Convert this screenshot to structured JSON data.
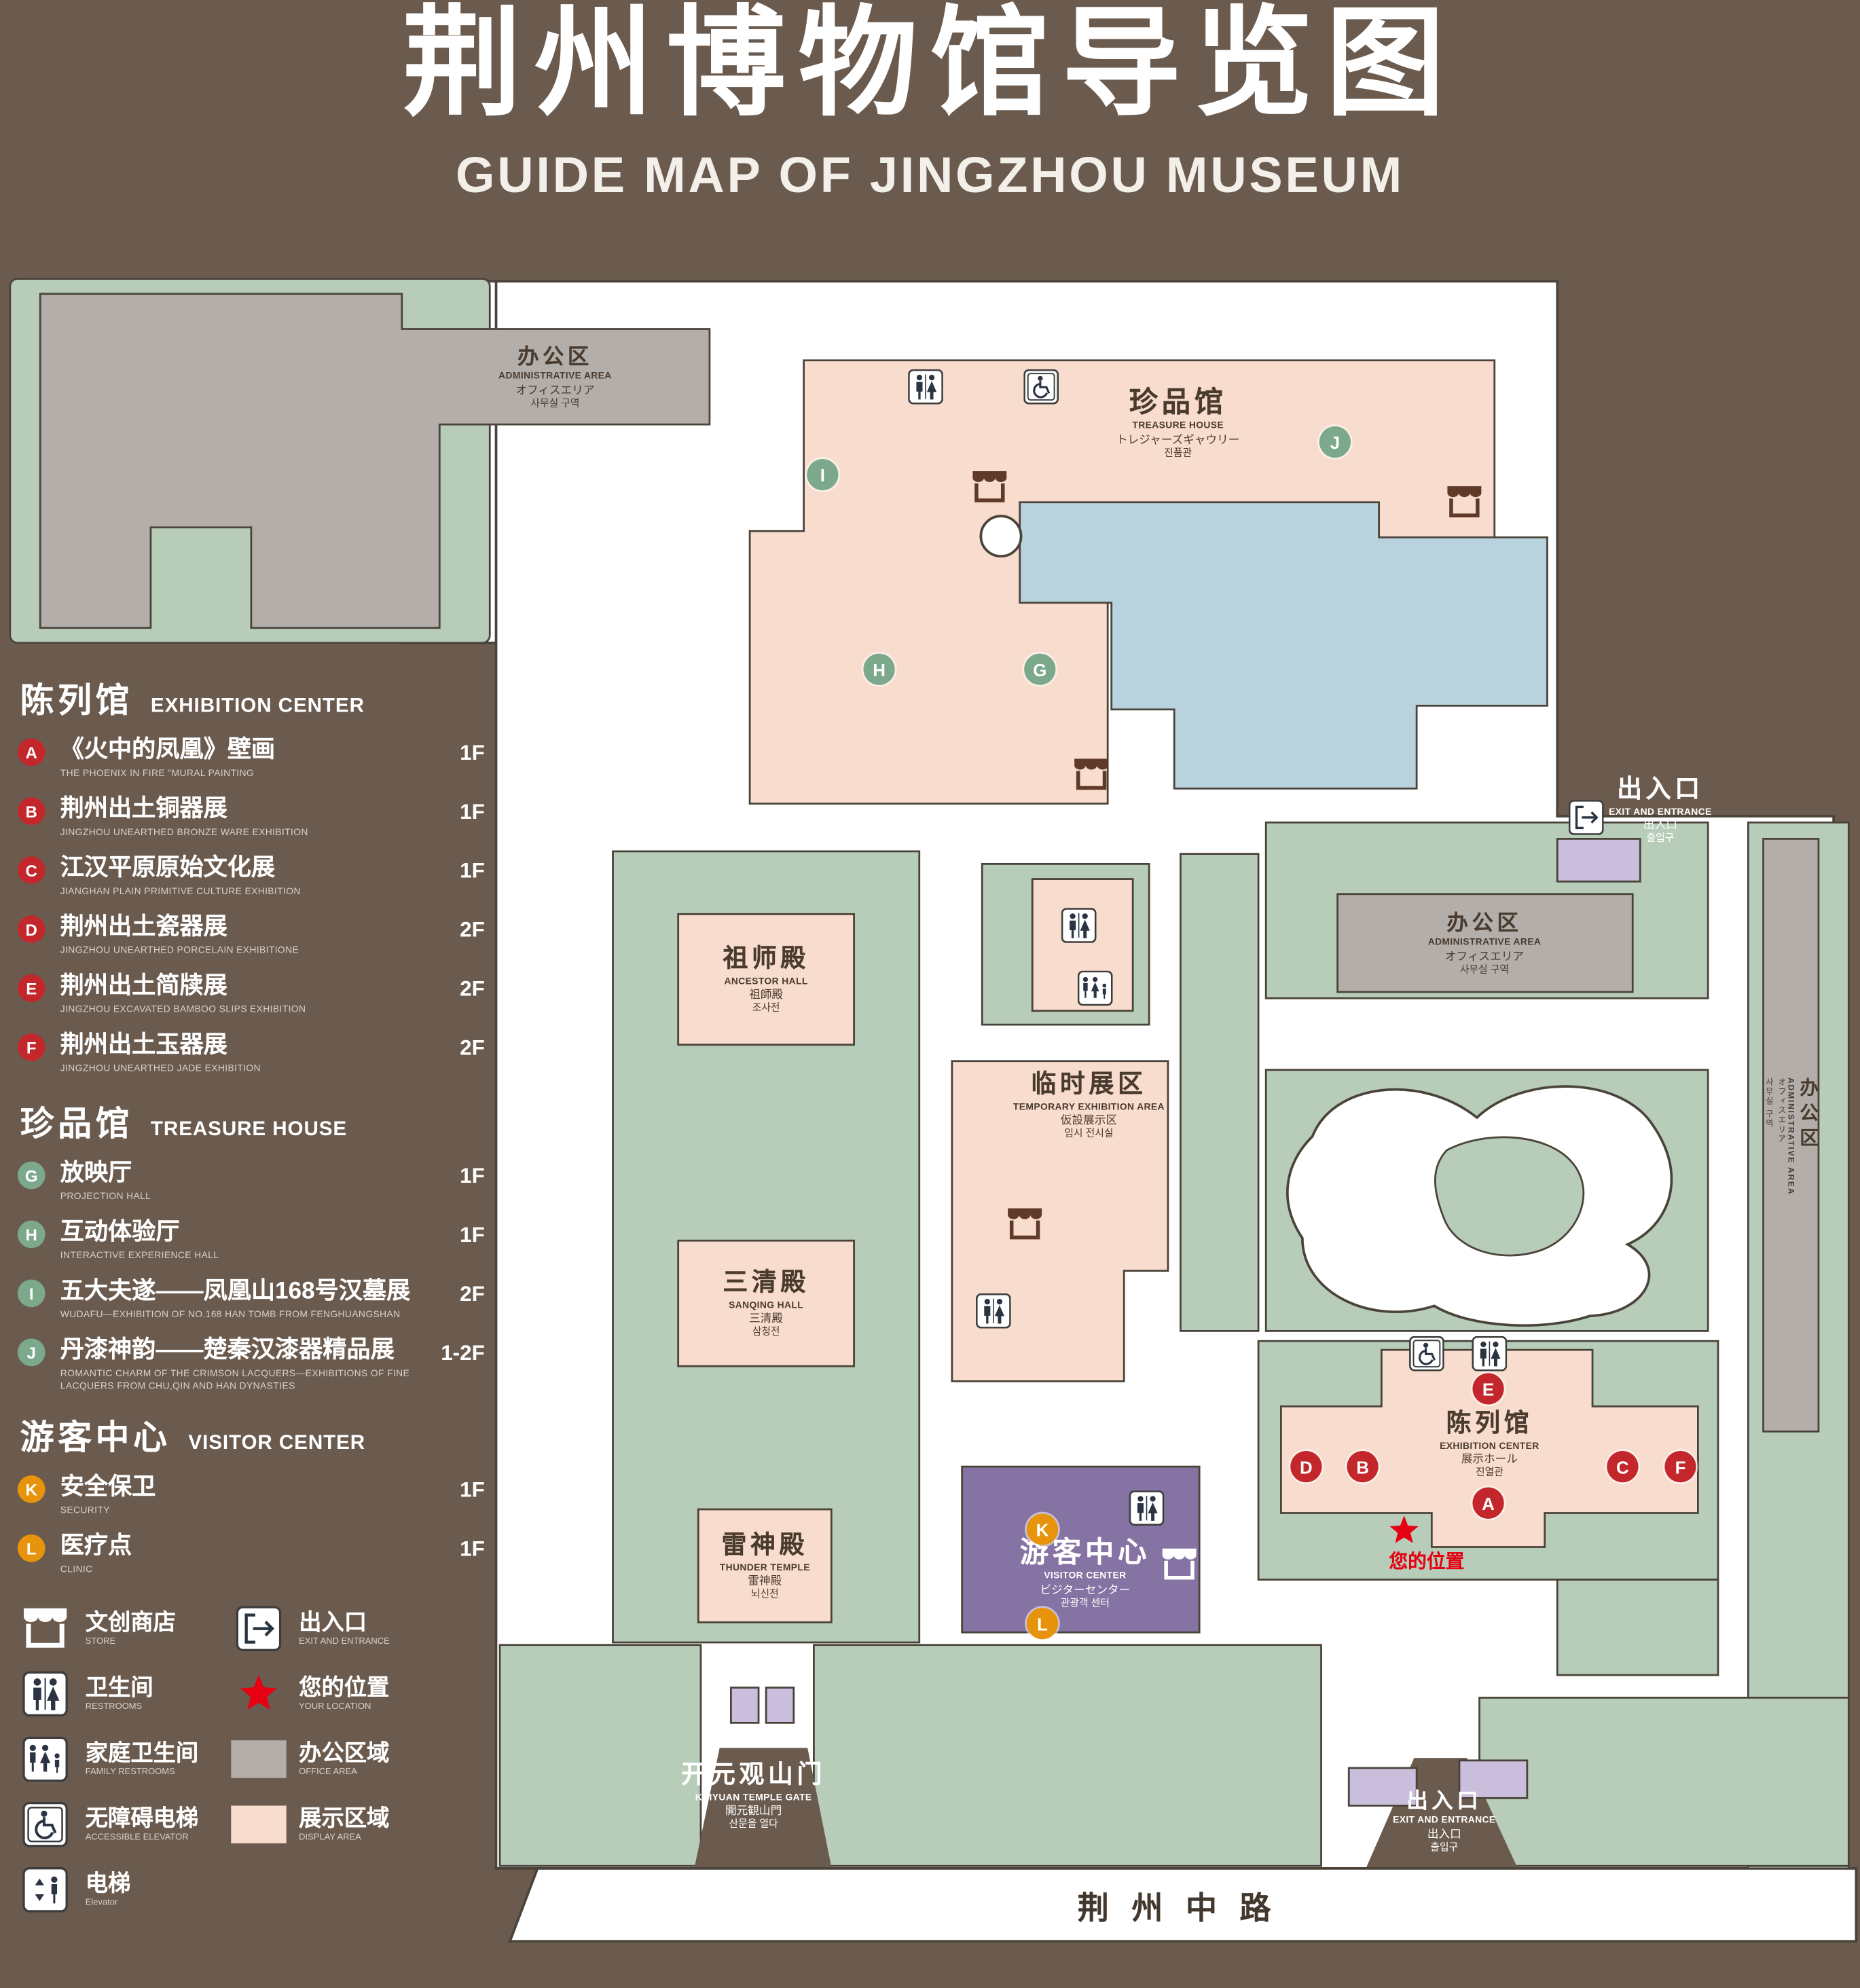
{
  "header": {
    "title_zh": "荆州博物馆导览图",
    "title_en": "GUIDE MAP OF JINGZHOU MUSEUM"
  },
  "legend": {
    "sections": [
      {
        "zh": "陈列馆",
        "en": "EXHIBITION CENTER",
        "items": [
          {
            "key": "A",
            "zh": "《火中的凤凰》壁画",
            "en": "THE PHOENIX IN FIRE \"MURAL PAINTING",
            "floor": "1F"
          },
          {
            "key": "B",
            "zh": "荆州出土铜器展",
            "en": "JINGZHOU UNEARTHED BRONZE WARE EXHIBITION",
            "floor": "1F"
          },
          {
            "key": "C",
            "zh": "江汉平原原始文化展",
            "en": "JIANGHAN PLAIN PRIMITIVE CULTURE EXHIBITION",
            "floor": "1F"
          },
          {
            "key": "D",
            "zh": "荆州出土瓷器展",
            "en": "JINGZHOU UNEARTHED PORCELAIN EXHIBITIONE",
            "floor": "2F"
          },
          {
            "key": "E",
            "zh": "荆州出土简牍展",
            "en": "JINGZHOU EXCAVATED BAMBOO SLIPS EXHIBITION",
            "floor": "2F"
          },
          {
            "key": "F",
            "zh": "荆州出土玉器展",
            "en": "JINGZHOU UNEARTHED JADE EXHIBITION",
            "floor": "2F"
          }
        ]
      },
      {
        "zh": "珍品馆",
        "en": "TREASURE HOUSE",
        "items": [
          {
            "key": "G",
            "zh": "放映厅",
            "en": "PROJECTION HALL",
            "floor": "1F"
          },
          {
            "key": "H",
            "zh": "互动体验厅",
            "en": "INTERACTIVE EXPERIENCE HALL",
            "floor": "1F"
          },
          {
            "key": "I",
            "zh": "五大夫遂——凤凰山168号汉墓展",
            "en": "WUDAFU—EXHIBITION OF NO.168 HAN TOMB FROM FENGHUANGSHAN",
            "floor": "2F"
          },
          {
            "key": "J",
            "zh": "丹漆神韵——楚秦汉漆器精品展",
            "en": "ROMANTIC CHARM OF THE CRIMSON LACQUERS—EXHIBITIONS OF FINE LACQUERS FROM CHU,QIN AND HAN DYNASTIES",
            "floor": "1-2F"
          }
        ]
      },
      {
        "zh": "游客中心",
        "en": "VISITOR CENTER",
        "items": [
          {
            "key": "K",
            "zh": "安全保卫",
            "en": "SECURITY",
            "floor": "1F"
          },
          {
            "key": "L",
            "zh": "医疗点",
            "en": "CLINIC",
            "floor": "1F"
          }
        ]
      }
    ],
    "symbols_col1": [
      {
        "zh": "文创商店",
        "en": "STORE",
        "icon": "store-icon"
      },
      {
        "zh": "卫生间",
        "en": "RESTROOMS",
        "icon": "restroom-icon"
      },
      {
        "zh": "家庭卫生间",
        "en": "FAMILY RESTROOMS",
        "icon": "family-restroom-icon"
      },
      {
        "zh": "无障碍电梯",
        "en": "ACCESSIBLE ELEVATOR",
        "icon": "accessible-elevator-icon"
      },
      {
        "zh": "电梯",
        "en": "Elevator",
        "icon": "elevator-icon"
      }
    ],
    "symbols_col2": [
      {
        "zh": "出入口",
        "en": "EXIT AND ENTRANCE",
        "icon": "exit-icon"
      },
      {
        "zh": "您的位置",
        "en": "YOUR LOCATION",
        "icon": "location-star-icon"
      },
      {
        "zh": "办公区域",
        "en": "OFFICE AREA",
        "icon": "office-swatch"
      },
      {
        "zh": "展示区域",
        "en": "DISPLAY AREA",
        "icon": "display-swatch"
      }
    ]
  },
  "map": {
    "labels": {
      "admin_top_left": {
        "zh": "办公区",
        "en": "ADMINISTRATIVE AREA",
        "ja": "オフィスエリア",
        "ko": "사무실 구역"
      },
      "treasure_house": {
        "zh": "珍品馆",
        "en": "TREASURE HOUSE",
        "ja": "トレジャーズギャウリー",
        "ko": "진품관"
      },
      "exit_right": {
        "zh": "出入口",
        "en": "EXIT AND ENTRANCE",
        "ja": "出入口",
        "ko": "출입구"
      },
      "admin_right": {
        "zh": "办公区",
        "en": "ADMINISTRATIVE AREA",
        "ja": "オフィスエリア",
        "ko": "사무실 구역"
      },
      "admin_east": {
        "zh": "办公区",
        "en": "ADMINISTRATIVE AREA",
        "ja": "オフィスエリア",
        "ko": "사무실 구역"
      },
      "ancestor_hall": {
        "zh": "祖师殿",
        "en": "ANCESTOR HALL",
        "ja": "祖師殿",
        "ko": "조사전"
      },
      "temporary_exhibition": {
        "zh": "临时展区",
        "en": "TEMPORARY EXHIBITION AREA",
        "ja": "仮設展示区",
        "ko": "임시 전시실"
      },
      "sanqing_hall": {
        "zh": "三清殿",
        "en": "SANQING HALL",
        "ja": "三清殿",
        "ko": "삼청전"
      },
      "thunder_temple": {
        "zh": "雷神殿",
        "en": "THUNDER TEMPLE",
        "ja": "雷神殿",
        "ko": "뇌신전"
      },
      "visitor_center": {
        "zh": "游客中心",
        "en": "VISITOR CENTER",
        "ja": "ビジターセンター",
        "ko": "관광객 센터"
      },
      "exhibition_center": {
        "zh": "陈列馆",
        "en": "EXHIBITION CENTER",
        "ja": "展示ホール",
        "ko": "진열관"
      },
      "kaiyuan_gate": {
        "zh": "开元观山门",
        "en": "KAIYUAN TEMPLE GATE",
        "ja": "開元観山門",
        "ko": "산문을 열다"
      },
      "exit_bottom": {
        "zh": "出入口",
        "en": "EXIT AND ENTRANCE",
        "ja": "出入口",
        "ko": "출입구"
      },
      "road": {
        "zh": "荆州中路"
      },
      "your_location": {
        "zh": "您的位置"
      }
    },
    "markers": {
      "A": "A",
      "B": "B",
      "C": "C",
      "D": "D",
      "E": "E",
      "F": "F",
      "G": "G",
      "H": "H",
      "I": "I",
      "J": "J",
      "K": "K",
      "L": "L"
    }
  },
  "colors": {
    "background": "#6B5B4F",
    "green_area": "#B7CCB9",
    "display_area": "#F8DCCD",
    "office_area": "#B3AEAA",
    "visitor_center": "#8473A3",
    "pond": "#B9D3DE",
    "marker_red": "#C3272B",
    "marker_green": "#7CA98C",
    "marker_orange": "#E8930C",
    "location_red": "#E60012"
  }
}
